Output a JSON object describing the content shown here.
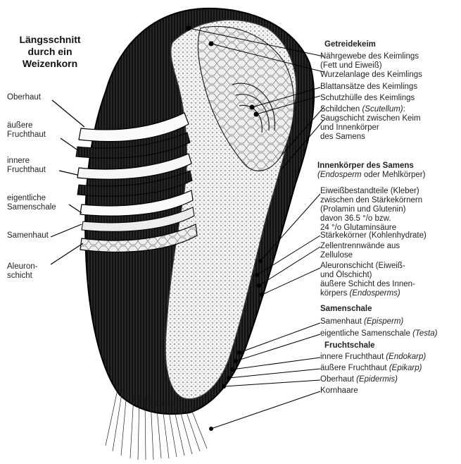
{
  "title": [
    "Längsschnitt",
    "durch ein",
    "Weizenkorn"
  ],
  "left_labels": [
    {
      "key": "oberhaut",
      "lines": [
        "Oberhaut"
      ]
    },
    {
      "key": "aeussere-fruchthaut",
      "lines": [
        "äußere",
        "Fruchthaut"
      ]
    },
    {
      "key": "innere-fruchthaut",
      "lines": [
        "innere",
        "Fruchthaut"
      ]
    },
    {
      "key": "eigentliche-samenschale",
      "lines": [
        "eigentliche",
        "Samenschale"
      ]
    },
    {
      "key": "samenhaut",
      "lines": [
        "Samenhaut"
      ]
    },
    {
      "key": "aleuronschicht",
      "lines": [
        "Aleuron-",
        "schicht"
      ]
    }
  ],
  "getreidekeim": {
    "heading": "Getreidekeim",
    "items": [
      [
        "Nährgewebe des Keimlings",
        "(Fett und Eiweiß)"
      ],
      [
        "Wurzelanlage des Keimlings"
      ],
      [
        "Blattansätze des Keimlings"
      ],
      [
        "Schutzhülle des Keimlings"
      ]
    ],
    "scutellum": {
      "pre": "Schildchen ",
      "italic": "(Scutellum)",
      "post": ":",
      "rest": [
        "Saugschicht zwischen Keim",
        "und Innenkörper",
        "des Samens"
      ]
    }
  },
  "innenkoerper": {
    "heading": "Innenkörper des Samens",
    "sub_italic": "(Endosperm",
    "sub_rest": " oder Mehlkörper)",
    "items": [
      [
        "Eiweißbestandteile (Kleber)",
        "zwischen den Stärkekörnern",
        "(Prolamin und Glutenin)",
        "davon 36.5 °/o bzw.",
        "24 °/o Glutaminsäure"
      ],
      [
        "Stärkekörner (Kohlenhydrate)"
      ],
      [
        "Zellentrennwände aus",
        "Zellulose"
      ],
      [
        "Aleuronschicht (Eiweiß-",
        "und Ölschicht)",
        "äußere Schicht des Innen-"
      ]
    ],
    "last_pre": "körpers ",
    "last_italic": "(Endosperms)"
  },
  "samenschale": {
    "heading": "Samenschale",
    "items": [
      {
        "pre": "Samenhaut ",
        "italic": "(Episperm)"
      },
      {
        "pre": "eigentliche Samenschale ",
        "italic": "(Testa)"
      }
    ]
  },
  "fruchtschale": {
    "heading": "Fruchtschale",
    "items": [
      {
        "pre": "innere Fruchthaut ",
        "italic": "(Endokarp)"
      },
      {
        "pre": "äußere Fruchthaut ",
        "italic": "(Epikarp)"
      },
      {
        "pre": "Oberhaut ",
        "italic": "(Epidermis)"
      },
      {
        "pre": "Kornhaare",
        "italic": ""
      }
    ]
  },
  "colors": {
    "ink": "#111111",
    "paper": "#ffffff",
    "endosperm": "#e8e8e8",
    "shell": "#1a1a1a"
  }
}
